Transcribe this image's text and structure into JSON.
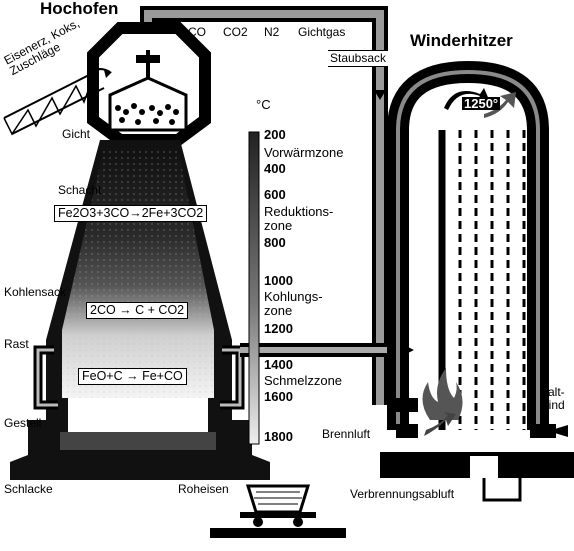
{
  "titles": {
    "hochofen": "Hochofen",
    "winderhitzer": "Winderhitzer"
  },
  "gases": {
    "co": "CO",
    "co2": "CO2",
    "n2": "N2",
    "gichtgas": "Gichtgas"
  },
  "labels": {
    "staubsack": "Staubsack",
    "charge": [
      "Eisenerz, Koks,",
      "Zuschläge"
    ],
    "gicht": "Gicht",
    "schacht": "Schacht",
    "kohlensack": "Kohlensack",
    "rast": "Rast",
    "gestell": "Gestell",
    "schlacke": "Schlacke",
    "roheisen": "Roheisen",
    "brennluft": "Brennluft",
    "kaltwind": [
      "Kalt-",
      "wind"
    ],
    "verbrennungsabluft": "Verbrennungsabluft",
    "temp_dome": "1250°"
  },
  "reactions": {
    "r1": "Fe2O3+3CO→2Fe+3CO2",
    "r2": "2CO → C + CO2",
    "r3": "FeO+C → Fe+CO"
  },
  "scale": {
    "unit": "°C",
    "t200": "200",
    "vorwaermzone": "Vorwärmzone",
    "t400": "400",
    "t600": "600",
    "reduktions": [
      "Reduktions-",
      "zone"
    ],
    "t800": "800",
    "t1000": "1000",
    "kohlungs": [
      "Kohlungs-",
      "zone"
    ],
    "t1200": "1200",
    "t1400": "1400",
    "schmelzzone": "Schmelzzone",
    "t1600": "1600",
    "t1800": "1800"
  }
}
